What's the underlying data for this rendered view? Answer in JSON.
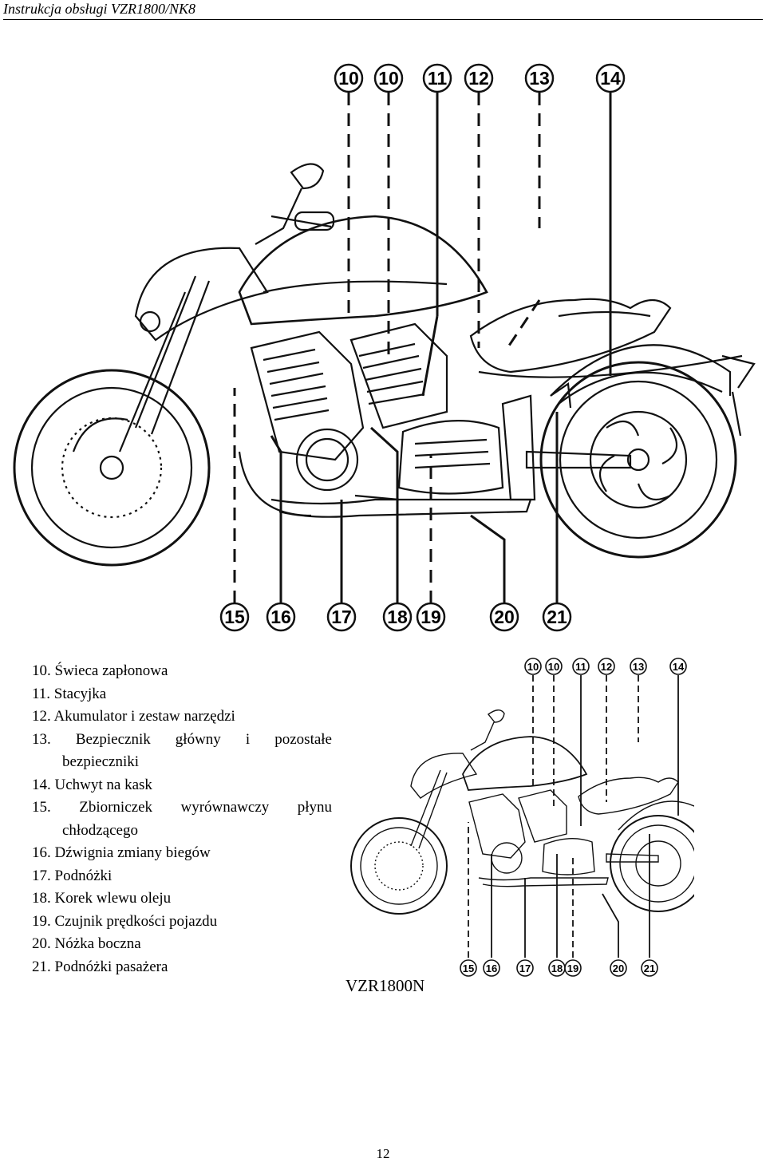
{
  "header": {
    "title": "Instrukcja obsługi VZR1800/NK8"
  },
  "figure": {
    "callouts_top": [
      "10",
      "10",
      "11",
      "12",
      "13",
      "14"
    ],
    "callouts_bottom": [
      "15",
      "16",
      "17",
      "18",
      "19",
      "20",
      "21"
    ],
    "icon": "motorcycle-side-view"
  },
  "legend": {
    "items": [
      "10. Świeca zapłonowa",
      "11. Stacyjka",
      "12. Akumulator i zestaw narzędzi",
      "13. Bezpiecznik główny i pozostałe",
      "bezpieczniki",
      "14. Uchwyt na kask",
      "15. Zbiorniczek wyrównawczy płynu",
      "chłodzącego",
      "16. Dźwignia zmiany biegów",
      "17. Podnóżki",
      "18. Korek wlewu oleju",
      "19. Czujnik prędkości pojazdu",
      "20. Nóżka boczna",
      "21. Podnóżki pasażera"
    ]
  },
  "model_label": "VZR1800N",
  "page_number": "12"
}
